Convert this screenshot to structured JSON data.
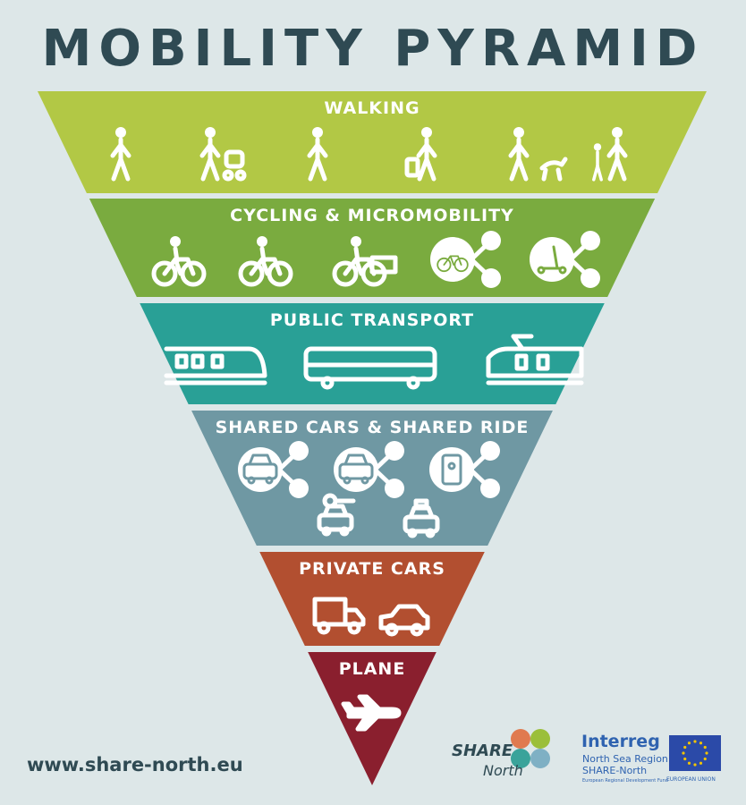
{
  "title": "MOBILITY PYRAMID",
  "tiers": [
    {
      "label": "WALKING",
      "color": "#b2c845",
      "icons": [
        "walking-person-icon",
        "person-with-stroller-icon",
        "running-person-icon",
        "person-with-suitcase-icon",
        "person-walking-dog-icon",
        "adult-with-child-icon"
      ]
    },
    {
      "label": "CYCLING & MICROMOBILITY",
      "color": "#7aab3f",
      "icons": [
        "cyclist-icon",
        "cyclist-with-basket-icon",
        "cargo-bike-icon",
        "shared-bike-icon",
        "shared-scooter-icon"
      ]
    },
    {
      "label": "PUBLIC TRANSPORT",
      "color": "#29a096",
      "icons": [
        "train-icon",
        "bus-icon",
        "tram-icon"
      ]
    },
    {
      "label": "SHARED CARS & SHARED RIDE",
      "color": "#6f98a3",
      "icons": [
        "shared-car-icon",
        "shared-ride-icon",
        "ride-app-icon",
        "car-key-icon",
        "taxi-icon"
      ]
    },
    {
      "label": "PRIVATE CARS",
      "color": "#b24f30",
      "icons": [
        "truck-icon",
        "car-icon"
      ]
    },
    {
      "label": "PLANE",
      "color": "#8a1f2e",
      "icons": [
        "plane-icon"
      ]
    }
  ],
  "footer": {
    "url": "www.share-north.eu",
    "share_word": "SHARE",
    "share_sub": "North",
    "interreg_title": "Interreg",
    "interreg_region": "North Sea Region",
    "interreg_project": "SHARE-North",
    "interreg_fund": "European Regional Development Fund",
    "eu_label": "EUROPEAN UNION"
  },
  "colors": {
    "background": "#dde7e8",
    "title": "#2f4a53",
    "interreg": "#2f63b0"
  }
}
